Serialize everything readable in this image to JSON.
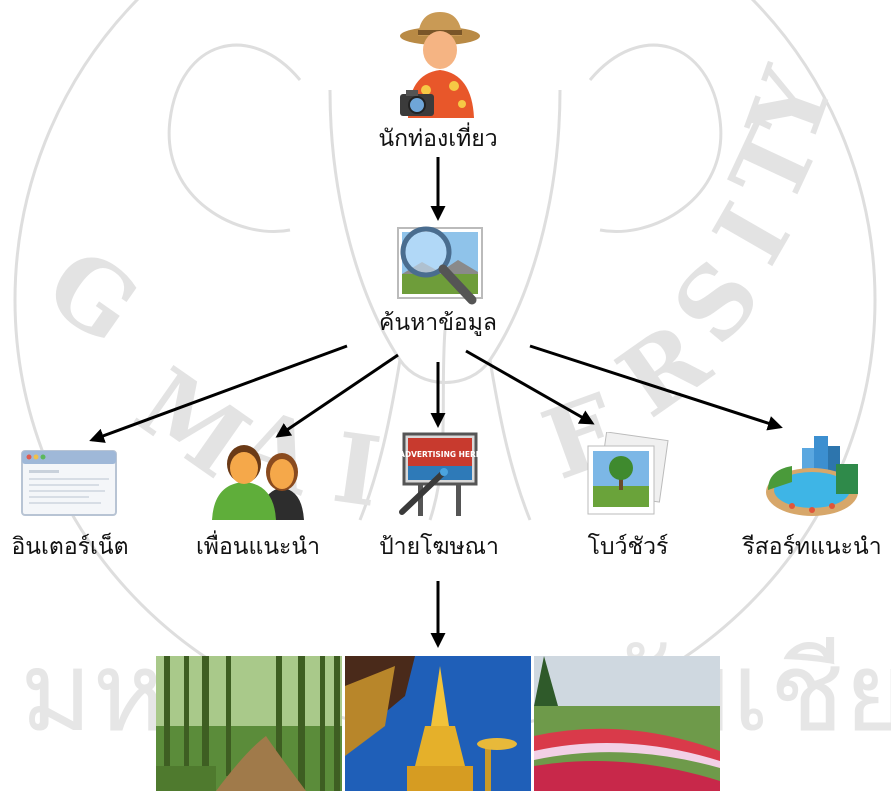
{
  "diagram": {
    "nodes": {
      "tourist": "นักท่องเที่ยว",
      "search": "ค้นหาข้อมูล",
      "internet": "อินเตอร์เน็ต",
      "friends": "เพื่อนแนะนำ",
      "billboard": "ป้ายโฆษณา",
      "brochure": "โบว์ชัวร์",
      "resort": "รีสอร์ทแนะนำ"
    },
    "billboard_sign_text": "ADVERTISING HERE",
    "colors": {
      "arrow": "#000000",
      "watermark": "#d9d9d9"
    },
    "icons": [
      "tourist-icon",
      "magnifier-icon",
      "browser-window-icon",
      "people-icon",
      "billboard-icon",
      "photo-stack-icon",
      "resort-pool-icon"
    ],
    "photos": [
      "bamboo-forest-photo",
      "golden-pagoda-photo",
      "flower-garden-photo"
    ]
  }
}
